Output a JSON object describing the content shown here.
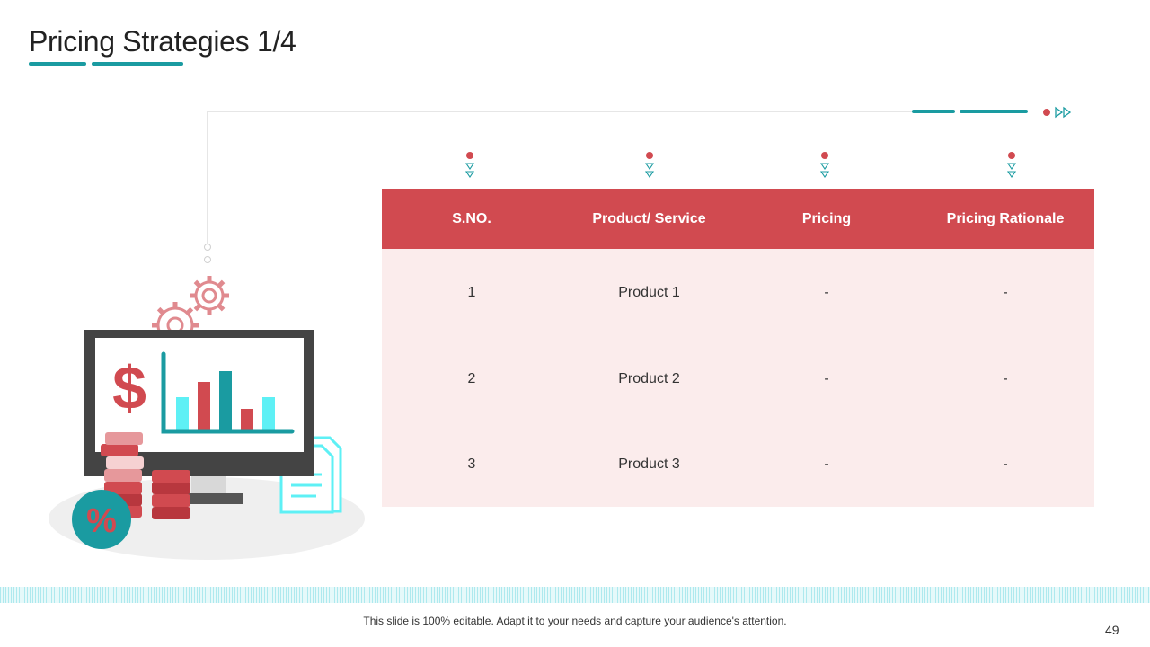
{
  "slide": {
    "title": "Pricing Strategies  1/4",
    "footer_note": "This slide is 100% editable. Adapt it to your needs and capture your audience's attention.",
    "page_number": "49"
  },
  "table": {
    "headers": [
      "S.NO.",
      "Product/ Service",
      "Pricing",
      "Pricing Rationale"
    ],
    "rows": [
      [
        "1",
        "Product 1",
        "-",
        "-"
      ],
      [
        "2",
        "Product 2",
        "-",
        "-"
      ],
      [
        "3",
        "Product 3",
        "-",
        "-"
      ]
    ]
  },
  "illustration": {
    "dollar_symbol": "$",
    "percent_symbol": "%",
    "icons": [
      "gear-icon",
      "monitor-icon",
      "bar-chart-icon",
      "coin-stack-icon",
      "document-icon",
      "percent-badge-icon"
    ]
  },
  "colors": {
    "accent_red": "#d14a50",
    "accent_teal": "#1a9ba1",
    "light_cyan": "#5ef0f5",
    "row_background": "#fbecec"
  }
}
